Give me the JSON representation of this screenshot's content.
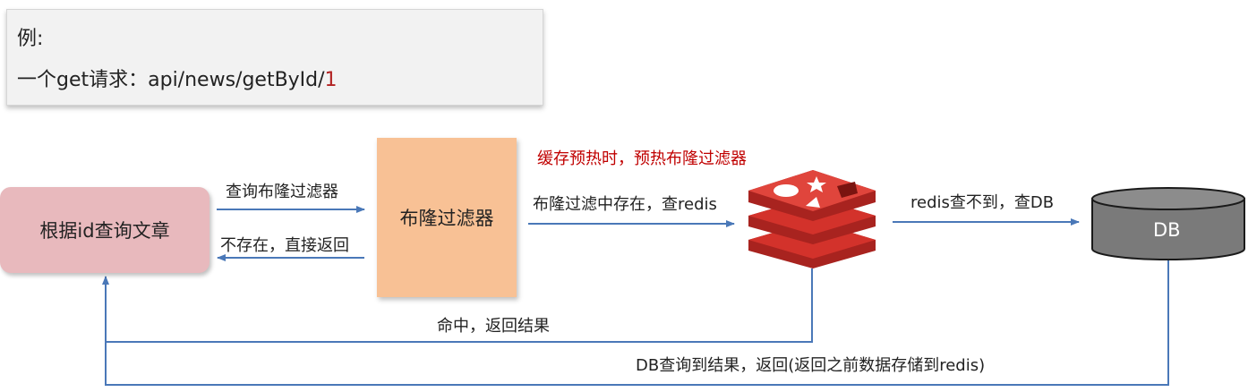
{
  "example": {
    "heading": "例:",
    "request_prefix": "一个get请求：api/news/getById/",
    "request_id": "1"
  },
  "nodes": {
    "query_article": "根据id查询文章",
    "bloom_filter": "布隆过滤器",
    "redis": "redis-logo-icon",
    "db": "DB"
  },
  "edges": {
    "query_bloom": "查询布隆过滤器",
    "not_exist_return": "不存在，直接返回",
    "exists_query_redis": "布隆过滤中存在，查redis",
    "redis_miss_query_db": "redis查不到，查DB",
    "hit_return": "命中，返回结果",
    "db_result_return": "DB查询到结果，返回(返回之前数据存储到redis)"
  },
  "annotation": {
    "warmup": "缓存预热时，预热布隆过滤器"
  },
  "colors": {
    "query_node": "#e8b9bd",
    "bloom_node": "#f8c195",
    "redis_red": "#d3322b",
    "db_gray": "#7a7a7a",
    "arrow_blue": "#4a78b8",
    "highlight_red": "#c00000"
  }
}
